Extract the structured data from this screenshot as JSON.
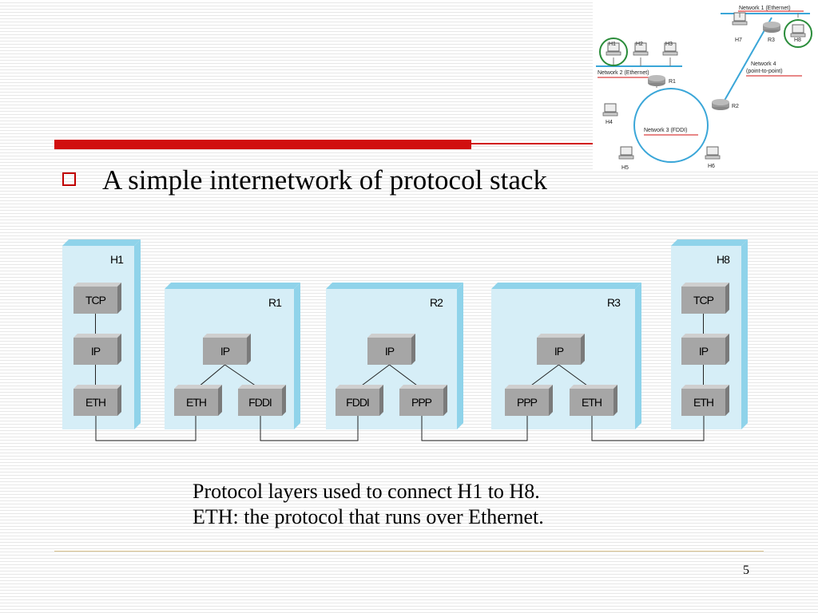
{
  "slide": {
    "title": "A simple internetwork of protocol stack",
    "caption_line1": "Protocol layers used to connect H1 to H8.",
    "caption_line2": "ETH: the protocol that runs over Ethernet.",
    "page_number": "5"
  },
  "stack_diagram": {
    "nodes": [
      {
        "name": "H1",
        "layers": [
          "TCP",
          "IP",
          "ETH"
        ]
      },
      {
        "name": "R1",
        "layers": [
          "IP",
          "ETH",
          "FDDI"
        ]
      },
      {
        "name": "R2",
        "layers": [
          "IP",
          "FDDI",
          "PPP"
        ]
      },
      {
        "name": "R3",
        "layers": [
          "IP",
          "PPP",
          "ETH"
        ]
      },
      {
        "name": "H8",
        "layers": [
          "TCP",
          "IP",
          "ETH"
        ]
      }
    ]
  },
  "network_diagram": {
    "network1": "Network 1 (Ethernet)",
    "network2": "Network 2 (Ethernet)",
    "network3": "Network 3 (FDDI)",
    "network4_line1": "Network 4",
    "network4_line2": "(point-to-point)",
    "hosts": [
      "H1",
      "H2",
      "H3",
      "H4",
      "H5",
      "H6",
      "H7",
      "H8"
    ],
    "routers": [
      "R1",
      "R2",
      "R3"
    ]
  },
  "colors": {
    "accent_red": "#d10f0f",
    "box_fill": "#d6eef7",
    "box_side": "#8fd3ea",
    "layer_fill": "#a6a6a6",
    "link_blue": "#3aa6d8",
    "highlight_green": "#2a8c3a"
  }
}
